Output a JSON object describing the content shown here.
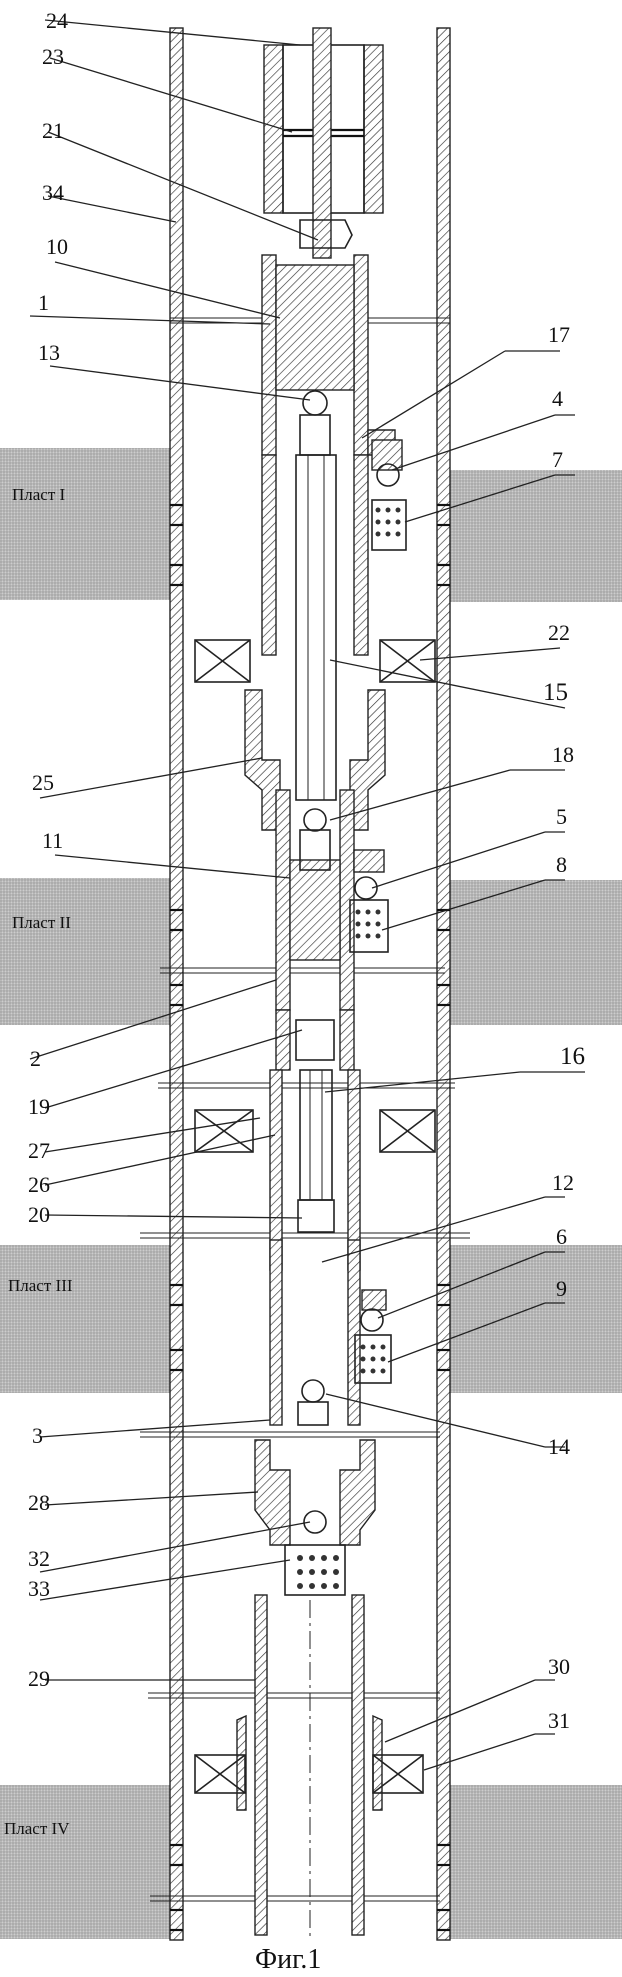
{
  "figure": {
    "caption": "Фиг.1",
    "layers": [
      {
        "key": "layer1",
        "label": "Пласт I"
      },
      {
        "key": "layer2",
        "label": "Пласт II"
      },
      {
        "key": "layer3",
        "label": "Пласт III"
      },
      {
        "key": "layer4",
        "label": "Пласт IV"
      }
    ],
    "callouts": [
      {
        "key": "c24",
        "text": "24"
      },
      {
        "key": "c23",
        "text": "23"
      },
      {
        "key": "c21",
        "text": "21"
      },
      {
        "key": "c34",
        "text": "34"
      },
      {
        "key": "c10",
        "text": "10"
      },
      {
        "key": "c1",
        "text": "1"
      },
      {
        "key": "c13",
        "text": "13"
      },
      {
        "key": "c17",
        "text": "17"
      },
      {
        "key": "c4",
        "text": "4"
      },
      {
        "key": "c7",
        "text": "7"
      },
      {
        "key": "c22",
        "text": "22"
      },
      {
        "key": "c15",
        "text": "15"
      },
      {
        "key": "c25",
        "text": "25"
      },
      {
        "key": "c18",
        "text": "18"
      },
      {
        "key": "c5",
        "text": "5"
      },
      {
        "key": "c11",
        "text": "11"
      },
      {
        "key": "c8",
        "text": "8"
      },
      {
        "key": "c2",
        "text": "2"
      },
      {
        "key": "c19",
        "text": "19"
      },
      {
        "key": "c16",
        "text": "16"
      },
      {
        "key": "c27",
        "text": "27"
      },
      {
        "key": "c26",
        "text": "26"
      },
      {
        "key": "c20",
        "text": "20"
      },
      {
        "key": "c12",
        "text": "12"
      },
      {
        "key": "c6",
        "text": "6"
      },
      {
        "key": "c9",
        "text": "9"
      },
      {
        "key": "c3",
        "text": "3"
      },
      {
        "key": "c14",
        "text": "14"
      },
      {
        "key": "c28",
        "text": "28"
      },
      {
        "key": "c32",
        "text": "32"
      },
      {
        "key": "c33",
        "text": "33"
      },
      {
        "key": "c30",
        "text": "30"
      },
      {
        "key": "c29",
        "text": "29"
      },
      {
        "key": "c31",
        "text": "31"
      }
    ]
  }
}
